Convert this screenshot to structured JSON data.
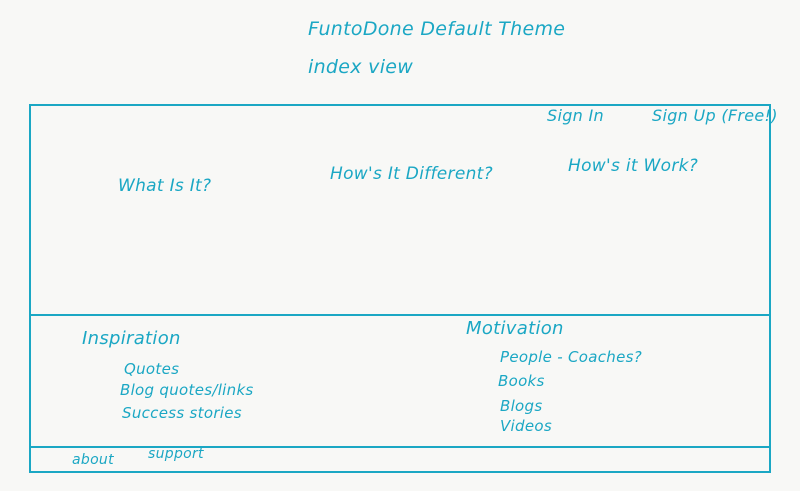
{
  "header": {
    "title": "FuntoDone Default Theme",
    "subtitle": "index view"
  },
  "nav": {
    "sign_in": "Sign In",
    "sign_up": "Sign Up (Free!)"
  },
  "hero": {
    "links": [
      "What Is It?",
      "How's It Different?",
      "How's it Work?"
    ]
  },
  "sections": {
    "inspiration": {
      "heading": "Inspiration",
      "items": [
        "Quotes",
        "Blog quotes/links",
        "Success stories"
      ]
    },
    "motivation": {
      "heading": "Motivation",
      "items": [
        "People - Coaches?",
        "Books",
        "Blogs",
        "Videos"
      ]
    }
  },
  "footer": {
    "about": "about",
    "support": "support"
  },
  "colors": {
    "ink": "#1ba7c4",
    "paper": "#f8f8f6"
  }
}
